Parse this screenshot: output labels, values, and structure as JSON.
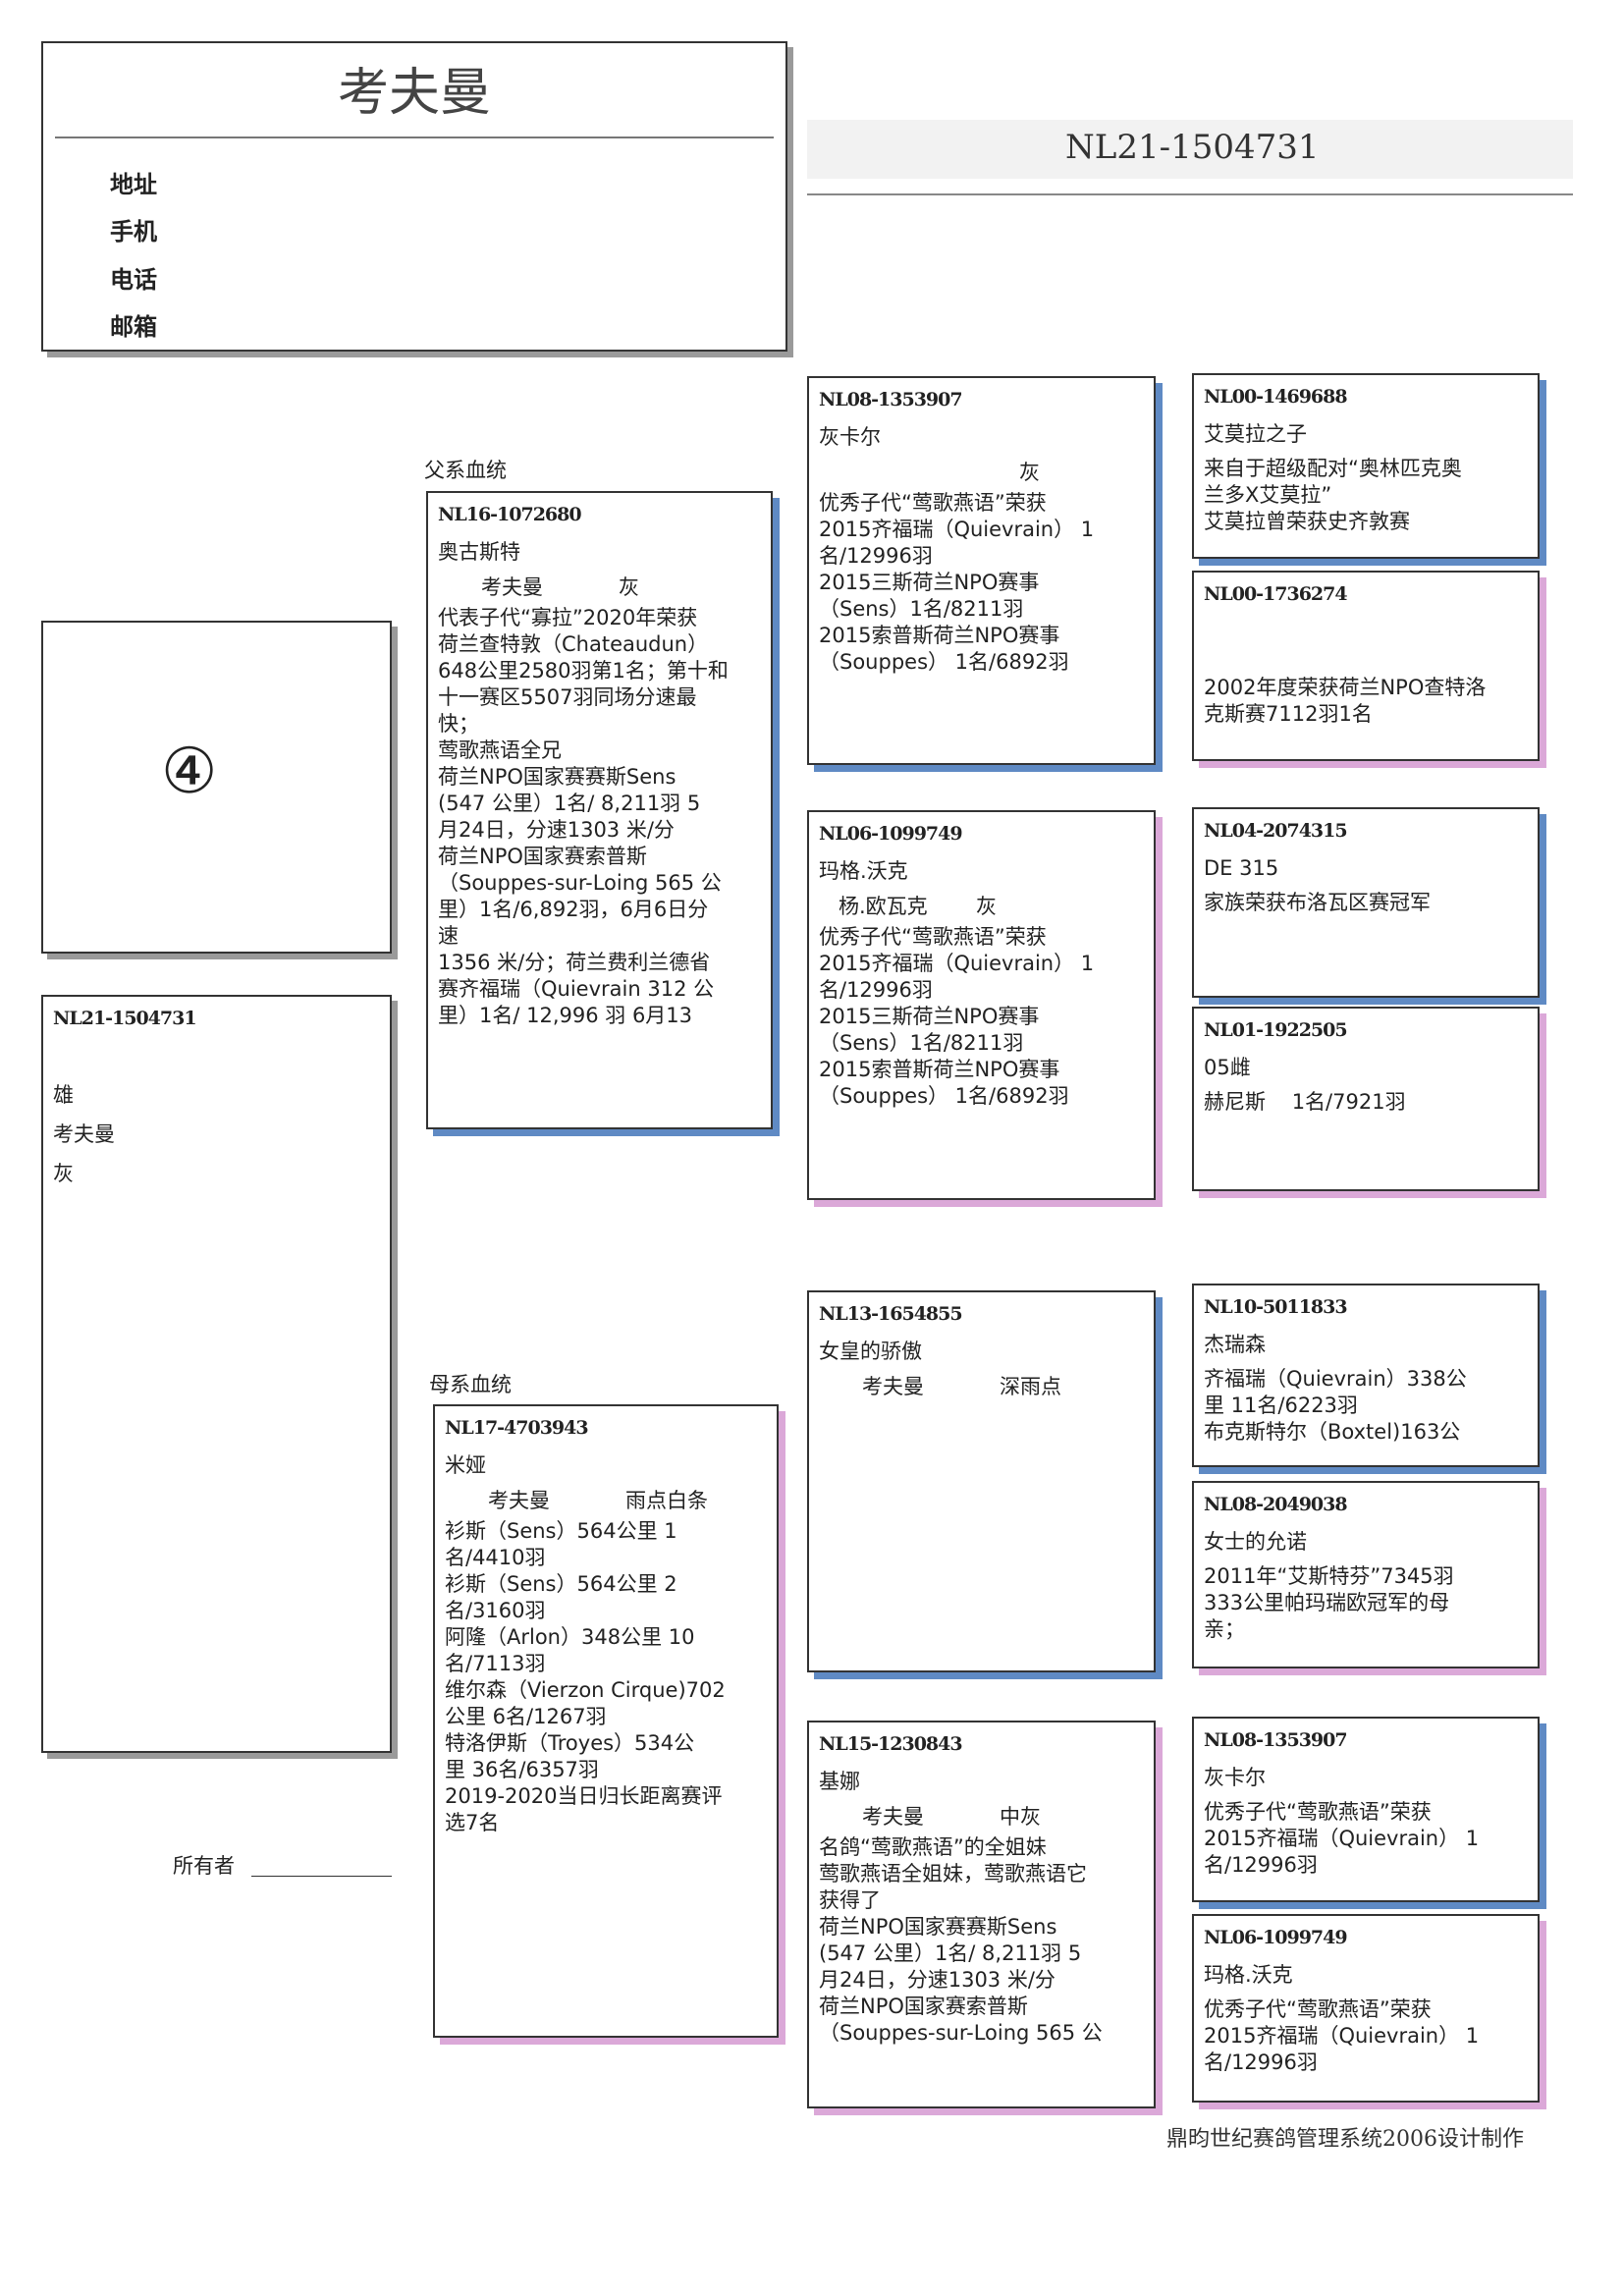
{
  "header": {
    "title": "考夫曼",
    "labels": [
      "地址",
      "手机",
      "电话",
      "邮箱"
    ],
    "ring_number": "NL21-1504731"
  },
  "photo": {
    "handwritten_mark": "④"
  },
  "pigeon": {
    "ring": "NL21-1504731",
    "sex": "雄",
    "breeder": "考夫曼",
    "color": "灰"
  },
  "owner_label": "所有者",
  "sire_label": "父系血统",
  "dam_label": "母系血统",
  "sire": {
    "ring": "NL16-1072680",
    "name": "奥古斯特",
    "breeder": "考夫曼",
    "color": "灰",
    "notes": "代表子代“寡拉”2020年荣获\n荷兰查特敦（Chateaudun）\n648公里2580羽第1名；第十和\n十一赛区5507羽同场分速最\n快；\n莺歌燕语全兄\n荷兰NPO国家赛赛斯Sens\n(547 公里）1名/ 8,211羽 5\n月24日，分速1303 米/分\n荷兰NPO国家赛索普斯\n（Souppes-sur-Loing 565 公\n里）1名/6,892羽，6月6日分\n速\n1356 米/分；荷兰费利兰德省\n赛齐福瑞（Quievrain 312 公\n里）1名/ 12,996 羽 6月13"
  },
  "dam": {
    "ring": "NL17-4703943",
    "name": "米娅",
    "breeder": "考夫曼",
    "color": "雨点白条",
    "notes": "衫斯（Sens）564公里 1\n名/4410羽\n衫斯（Sens）564公里  2\n名/3160羽\n阿隆（Arlon）348公里 10\n名/7113羽\n维尔森（Vierzon Cirque)702\n公里 6名/1267羽\n特洛伊斯（Troyes）534公\n里  36名/6357羽\n2019-2020当日归长距离赛评\n选7名"
  },
  "grandparents": [
    {
      "ring": "NL08-1353907",
      "name": "灰卡尔",
      "breeder": "",
      "color": "灰",
      "notes": "优秀子代“莺歌燕语”荣获\n2015齐福瑞（Quievrain）  1\n名/12996羽\n2015三斯荷兰NPO赛事\n（Sens）1名/8211羽\n2015索普斯荷兰NPO赛事\n（Souppes）  1名/6892羽"
    },
    {
      "ring": "NL06-1099749",
      "name": "玛格.沃克",
      "breeder": "杨.欧瓦克",
      "color": "灰",
      "notes": "优秀子代“莺歌燕语”荣获\n2015齐福瑞（Quievrain）  1\n名/12996羽\n2015三斯荷兰NPO赛事\n（Sens）1名/8211羽\n2015索普斯荷兰NPO赛事\n（Souppes）  1名/6892羽"
    },
    {
      "ring": "NL13-1654855",
      "name": "女皇的骄傲",
      "breeder": "考夫曼",
      "color": "深雨点",
      "notes": ""
    },
    {
      "ring": "NL15-1230843",
      "name": "基娜",
      "breeder": "考夫曼",
      "color": "中灰",
      "notes": "名鸽“莺歌燕语”的全姐妹\n莺歌燕语全姐妹，莺歌燕语它\n获得了\n荷兰NPO国家赛赛斯Sens\n(547 公里）1名/ 8,211羽 5\n月24日，分速1303 米/分\n荷兰NPO国家赛索普斯\n（Souppes-sur-Loing 565 公"
    }
  ],
  "great_grandparents": [
    {
      "ring": "NL00-1469688",
      "name": "艾莫拉之子",
      "notes": "来自于超级配对“奥林匹克奥\n兰多X艾莫拉”\n艾莫拉曾荣获史齐敦赛"
    },
    {
      "ring": "NL00-1736274",
      "name": "",
      "notes": "2002年度荣获荷兰NPO查特洛\n克斯赛7112羽1名"
    },
    {
      "ring": "NL04-2074315",
      "name": "DE 315",
      "notes": "家族荣获布洛瓦区赛冠军"
    },
    {
      "ring": "NL01-1922505",
      "name": "05雌",
      "notes": "赫尼斯    1名/7921羽"
    },
    {
      "ring": "NL10-5011833",
      "name": "杰瑞森",
      "notes": "齐福瑞（Quievrain）338公\n里   11名/6223羽\n布克斯特尔（Boxtel)163公"
    },
    {
      "ring": "NL08-2049038",
      "name": "女士的允诺",
      "notes": "2011年“艾斯特芬”7345羽\n333公里帕玛瑞欧冠军的母\n亲；"
    },
    {
      "ring": "NL08-1353907",
      "name": "灰卡尔",
      "notes": "优秀子代“莺歌燕语”荣获\n2015齐福瑞（Quievrain）  1\n名/12996羽"
    },
    {
      "ring": "NL06-1099749",
      "name": "玛格.沃克",
      "notes": "优秀子代“莺歌燕语”荣获\n2015齐福瑞（Quievrain）  1\n名/12996羽"
    }
  ],
  "footer": "鼎昀世纪赛鸽管理系统2006设计制作",
  "colors": {
    "sire_shadow": "#5f8ac4",
    "dam_shadow": "#dba8d8"
  }
}
